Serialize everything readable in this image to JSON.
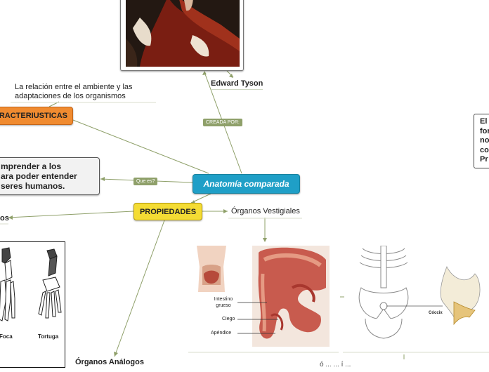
{
  "central_topic": "Anatomía comparada",
  "properties": "PROPIEDADES",
  "characteristics": "RACTERIUSTICAS",
  "characteristics_note": "La relación entre el ambiente y las adaptaciones de los organismos",
  "comprehension_text": [
    "mprender a los",
    "ara poder entender",
    "seres humanos."
  ],
  "right_box_text": [
    "El",
    "for",
    "no",
    "co",
    "Pr"
  ],
  "edward_tyson": "Edward Tyson",
  "created_by_tag": "CREADA POR:",
  "what_is_tag": "Que es?",
  "vestigial_organs": "Órganos Vestigiales",
  "analog_organs": "Órganos Análogos",
  "left_partial": "os",
  "bottom_partial": "ó ... ... í ...",
  "organ_labels": {
    "intestine": "Intestino grueso",
    "cecum": "Ciego",
    "appendix": "Apéndice",
    "coccyx": "Cóccix"
  },
  "animal_labels": {
    "seal": "Foca",
    "turtle": "Tortuga"
  },
  "colors": {
    "central": "#1f9fc7",
    "properties": "#f4dc34",
    "characteristics": "#f08b30",
    "connector": "#8fa06a"
  }
}
